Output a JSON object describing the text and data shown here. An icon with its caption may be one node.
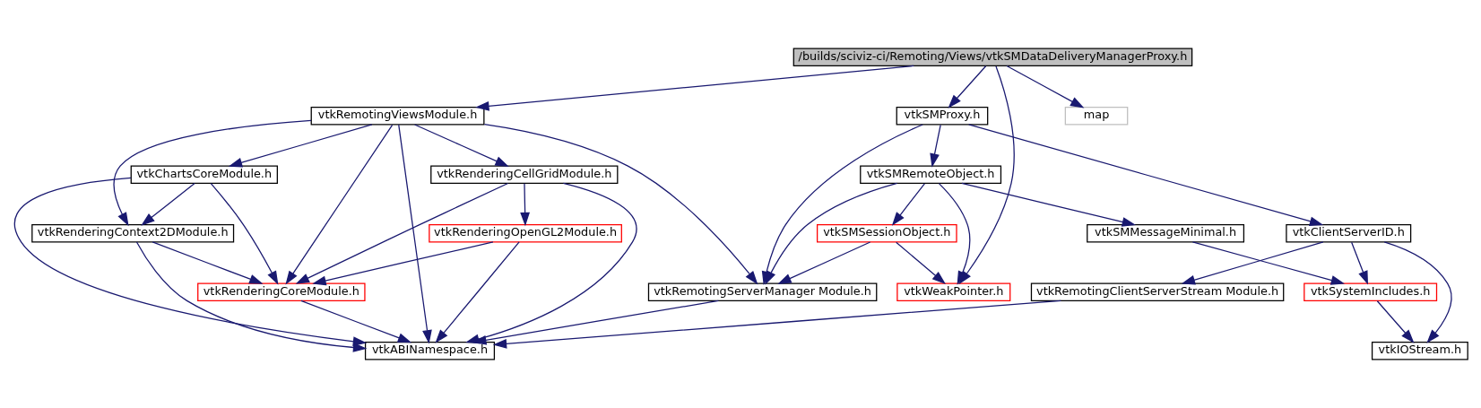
{
  "diagram": {
    "nodes": [
      {
        "text": [
          "/builds/sciviz-ci/Remoting/Views/vtkSMDataDeliveryManagerProxy.h"
        ]
      },
      {
        "text": [
          "vtkRemotingViewsModule.h"
        ]
      },
      {
        "text": [
          "vtkSMProxy.h"
        ]
      },
      {
        "text": [
          "map"
        ]
      },
      {
        "text": [
          "vtkChartsCoreModule.h"
        ]
      },
      {
        "text": [
          "vtkRenderingCellGridModule.h"
        ]
      },
      {
        "text": [
          "vtkSMRemoteObject.h"
        ]
      },
      {
        "text": [
          "vtkRenderingContext2DModule.h"
        ]
      },
      {
        "text": [
          "vtkRenderingOpenGL2Module.h"
        ]
      },
      {
        "text": [
          "vtkSMSessionObject.h"
        ]
      },
      {
        "text": [
          "vtkSMMessageMinimal.h"
        ]
      },
      {
        "text": [
          "vtkClientServerID.h"
        ]
      },
      {
        "text": [
          "vtkRenderingCoreModule.h"
        ]
      },
      {
        "text": [
          "vtkRemotingServerManager Module.h"
        ]
      },
      {
        "text": [
          "vtkWeakPointer.h"
        ]
      },
      {
        "text": [
          "vtkRemotingClientServerStream Module.h"
        ]
      },
      {
        "text": [
          "vtkSystemIncludes.h"
        ]
      },
      {
        "text": [
          "vtkABINamespace.h"
        ]
      },
      {
        "text": [
          "vtkIOStream.h"
        ]
      }
    ],
    "edges": [
      {
        "from": 0,
        "to": 1,
        "arrow": "to"
      },
      {
        "from": 0,
        "to": 2,
        "arrow": "to"
      },
      {
        "from": 0,
        "to": 14,
        "arrow": "to"
      },
      {
        "from": 0,
        "to": 3,
        "arrow": "to"
      },
      {
        "from": 1,
        "to": 17,
        "arrow": "to"
      },
      {
        "from": 1,
        "to": 7,
        "arrow": "to"
      },
      {
        "from": 1,
        "to": 4,
        "arrow": "to"
      },
      {
        "from": 1,
        "to": 12,
        "arrow": "to"
      },
      {
        "from": 1,
        "to": 5,
        "arrow": "to"
      },
      {
        "from": 1,
        "to": 13,
        "arrow": "to"
      },
      {
        "from": 2,
        "to": 13,
        "arrow": "to"
      },
      {
        "from": 2,
        "to": 6,
        "arrow": "to"
      },
      {
        "from": 2,
        "to": 11,
        "arrow": "to"
      },
      {
        "from": 4,
        "to": 7,
        "arrow": "to"
      },
      {
        "from": 4,
        "to": 17,
        "arrow": "to"
      },
      {
        "from": 4,
        "to": 12,
        "arrow": "to"
      },
      {
        "from": 5,
        "to": 12,
        "arrow": "to"
      },
      {
        "from": 5,
        "to": 8,
        "arrow": "to"
      },
      {
        "from": 5,
        "to": 17,
        "arrow": "to"
      },
      {
        "from": 6,
        "to": 13,
        "arrow": "to"
      },
      {
        "from": 6,
        "to": 9,
        "arrow": "to"
      },
      {
        "from": 6,
        "to": 14,
        "arrow": "to"
      },
      {
        "from": 6,
        "to": 10,
        "arrow": "to"
      },
      {
        "from": 7,
        "to": 12,
        "arrow": "to"
      },
      {
        "from": 7,
        "to": 17,
        "arrow": "to"
      },
      {
        "from": 8,
        "to": 12,
        "arrow": "to"
      },
      {
        "from": 8,
        "to": 17,
        "arrow": "to"
      },
      {
        "from": 9,
        "to": 13,
        "arrow": "to"
      },
      {
        "from": 9,
        "to": 14,
        "arrow": "to"
      },
      {
        "from": 10,
        "to": 16,
        "arrow": "to"
      },
      {
        "from": 11,
        "to": 15,
        "arrow": "to"
      },
      {
        "from": 11,
        "to": 16,
        "arrow": "to"
      },
      {
        "from": 11,
        "to": 18,
        "arrow": "to"
      },
      {
        "from": 12,
        "to": 17,
        "arrow": "to"
      },
      {
        "from": 13,
        "to": 17,
        "arrow": "to"
      },
      {
        "from": 15,
        "to": 17,
        "arrow": "to"
      },
      {
        "from": 16,
        "to": 18,
        "arrow": "to"
      }
    ]
  }
}
